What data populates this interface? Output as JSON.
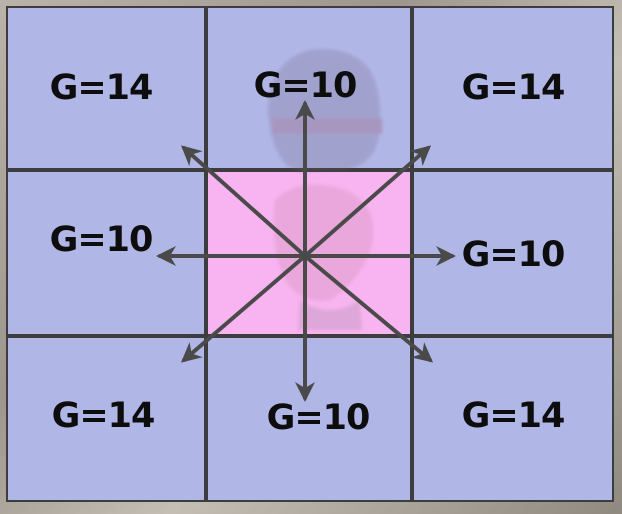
{
  "diagram": {
    "cells": [
      {
        "label": "G=14"
      },
      {
        "label": "G=10"
      },
      {
        "label": "G=14"
      },
      {
        "label": "G=10"
      },
      {
        "label": ""
      },
      {
        "label": "G=10"
      },
      {
        "label": "G=14"
      },
      {
        "label": "G=10"
      },
      {
        "label": "G=14"
      }
    ],
    "colors": {
      "cell_fill": "#b0b6e6",
      "center_fill": "#f7b4f0",
      "grid_line": "#3d3d3d",
      "arrow": "#4a4a4a",
      "label_text": "#0d0d0d"
    },
    "arrows": [
      {
        "direction": "north"
      },
      {
        "direction": "north-east"
      },
      {
        "direction": "east"
      },
      {
        "direction": "south-east"
      },
      {
        "direction": "south"
      },
      {
        "direction": "south-west"
      },
      {
        "direction": "west"
      },
      {
        "direction": "north-west"
      }
    ]
  }
}
